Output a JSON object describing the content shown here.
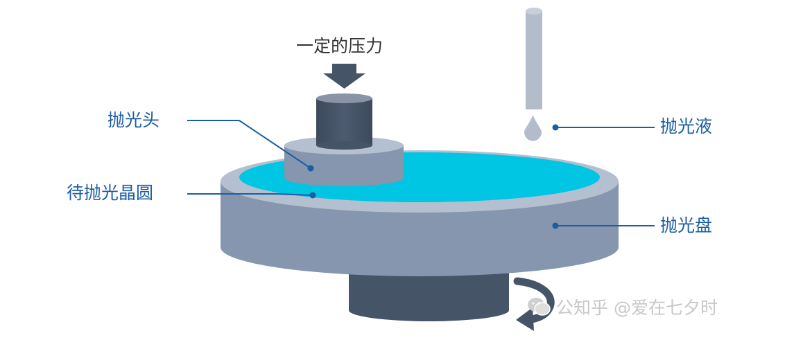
{
  "labels": {
    "pressure": "一定的压力",
    "polishing_head": "抛光头",
    "wafer": "待抛光晶圆",
    "slurry": "抛光液",
    "pad": "抛光盘"
  },
  "watermark": {
    "text": "公知乎 @爱在七夕时",
    "icon": "wechat-icon"
  },
  "colors": {
    "label": "#1a5ea3",
    "leader_line": "#1a5ea3",
    "platen_side": "#8596ae",
    "platen_top_rim": "#b4bfcf",
    "wafer_surface": "#00c5e3",
    "head_dark": "#465468",
    "slurry_tube": "#b3bccb",
    "watermark": "#c8c8c8"
  }
}
